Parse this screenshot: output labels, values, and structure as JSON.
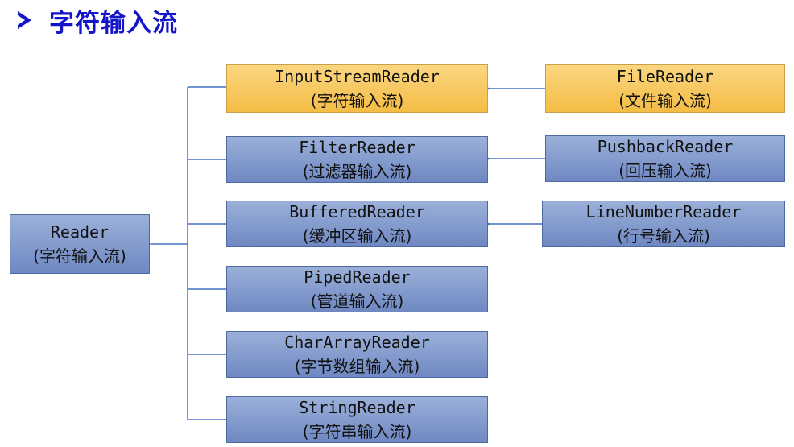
{
  "title": "字符输入流",
  "nodes": {
    "reader": {
      "name": "Reader",
      "desc": "(字符输入流)"
    },
    "input_stream_reader": {
      "name": "InputStreamReader",
      "desc": "(字符输入流)"
    },
    "filter_reader": {
      "name": "FilterReader",
      "desc": "(过滤器输入流)"
    },
    "buffered_reader": {
      "name": "BufferedReader",
      "desc": "(缓冲区输入流)"
    },
    "piped_reader": {
      "name": "PipedReader",
      "desc": "(管道输入流)"
    },
    "char_array_reader": {
      "name": "CharArrayReader",
      "desc": "(字节数组输入流)"
    },
    "string_reader": {
      "name": "StringReader",
      "desc": "(字符串输入流)"
    },
    "file_reader": {
      "name": "FileReader",
      "desc": "(文件输入流)"
    },
    "pushback_reader": {
      "name": "PushbackReader",
      "desc": "(回压输入流)"
    },
    "line_number_reader": {
      "name": "LineNumberReader",
      "desc": "(行号输入流)"
    }
  },
  "colors": {
    "title": "#1414c8",
    "blue_box": "#7f96cc",
    "yellow_box": "#f8c95f",
    "connector": "#4472c4"
  }
}
